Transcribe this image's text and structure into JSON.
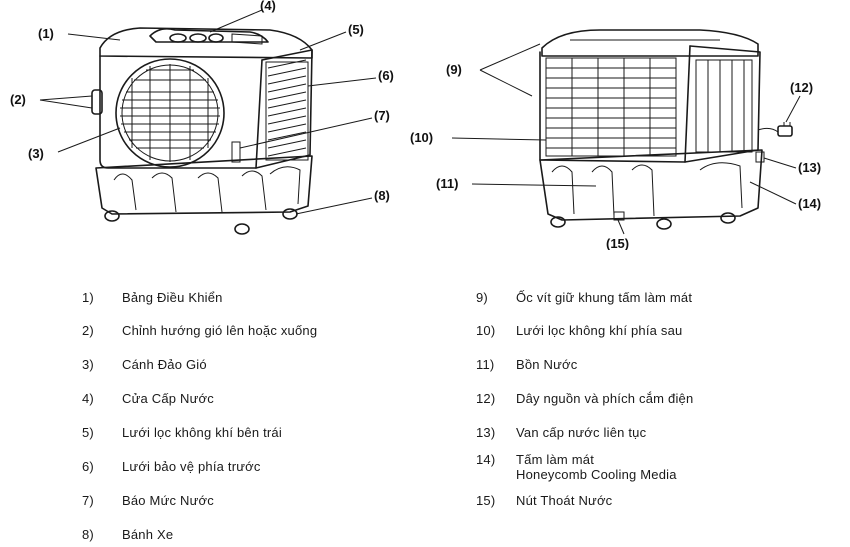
{
  "callouts": [
    "(1)",
    "(2)",
    "(3)",
    "(4)",
    "(5)",
    "(6)",
    "(7)",
    "(8)",
    "(9)",
    "(10)",
    "(11)",
    "(12)",
    "(13)",
    "(14)",
    "(15)"
  ],
  "legend": [
    {
      "num": "1)",
      "label": "Bảng Điều Khiển"
    },
    {
      "num": "2)",
      "label": "Chỉnh hướng gió lên hoặc xuống"
    },
    {
      "num": "3)",
      "label": "Cánh Đảo Gió"
    },
    {
      "num": "4)",
      "label": "Cửa Cấp Nước"
    },
    {
      "num": "5)",
      "label": "Lưới lọc không khí bên trái"
    },
    {
      "num": "6)",
      "label": "Lưới bảo vệ phía trước"
    },
    {
      "num": "7)",
      "label": "Báo Mức Nước"
    },
    {
      "num": "8)",
      "label": "Bánh Xe"
    },
    {
      "num": "9)",
      "label": "Ốc vít giữ khung tấm làm mát"
    },
    {
      "num": "10)",
      "label": "Lưới lọc không khí phía sau"
    },
    {
      "num": "11)",
      "label": "Bồn Nước"
    },
    {
      "num": "12)",
      "label": "Dây nguồn và phích cắm điện"
    },
    {
      "num": "13)",
      "label": "Van cấp nước liên tục"
    },
    {
      "num": "14)",
      "label": "Tấm làm mát\nHoneycomb Cooling Media"
    },
    {
      "num": "15)",
      "label": "Nút Thoát Nước"
    }
  ]
}
